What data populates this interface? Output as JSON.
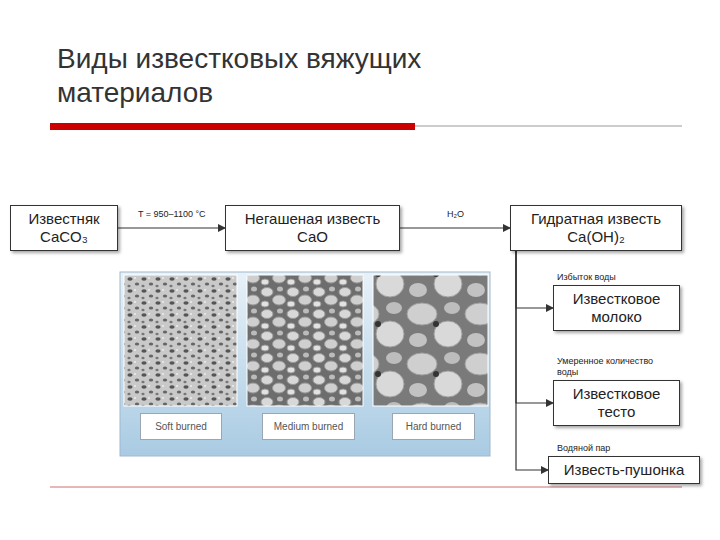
{
  "diagram": {
    "title": "Виды известковых вяжущих материалов",
    "nodes": [
      {
        "text": [
          "Известняк CaCO₃"
        ]
      },
      {
        "text": [
          "Негашеная известь CaO"
        ]
      },
      {
        "text": [
          "Гидратная известь Ca(OH)₂"
        ]
      },
      {
        "text": [
          "Известковое молоко"
        ]
      },
      {
        "text": [
          "Известковое тесто"
        ]
      },
      {
        "text": [
          "Известь-пушонка"
        ]
      }
    ],
    "edges": [
      {
        "from": 0,
        "to": 1,
        "label": "T = 950–1100 °C",
        "arrow": "to"
      },
      {
        "from": 1,
        "to": 2,
        "label": "H₂O",
        "arrow": "to"
      },
      {
        "from": 2,
        "to": 3,
        "label": "Избыток воды",
        "arrow": "to"
      },
      {
        "from": 2,
        "to": 4,
        "label": "Умеренное количество воды",
        "arrow": "to"
      },
      {
        "from": 2,
        "to": 5,
        "label": "Водяной пар",
        "arrow": "to"
      }
    ],
    "labels": [
      "Soft burned",
      "Medium burned",
      "Hard burned"
    ]
  }
}
